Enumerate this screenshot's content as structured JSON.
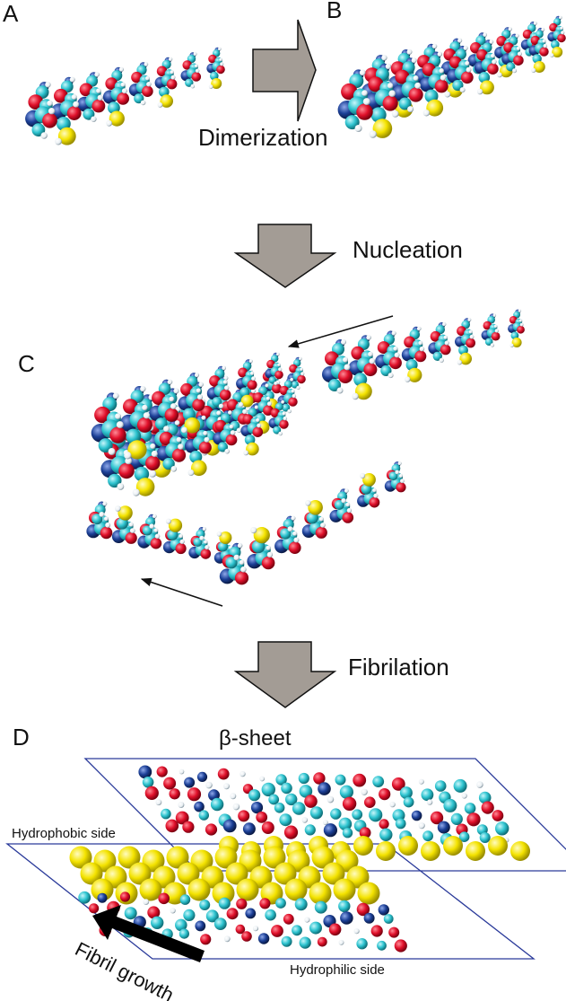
{
  "panels": {
    "a": "A",
    "b": "B",
    "c": "C",
    "d": "D"
  },
  "steps": {
    "dimerization": "Dimerization",
    "nucleation": "Nucleation",
    "fibrilation": "Fibrilation"
  },
  "panel_d": {
    "sheet_label": "β-sheet",
    "hydrophobic": "Hydrophobic side",
    "hydrophilic": "Hydrophilic side",
    "growth": "Fibril growth"
  },
  "colors": {
    "carbon": "#2ec4d0",
    "oxygen": "#e0102a",
    "nitrogen": "#1b3f96",
    "sulfur": "#f4e300",
    "hydrogen": "#f2f6f8",
    "arrow_fill": "#a39c95",
    "plane_stroke": "#2a3a9a"
  }
}
